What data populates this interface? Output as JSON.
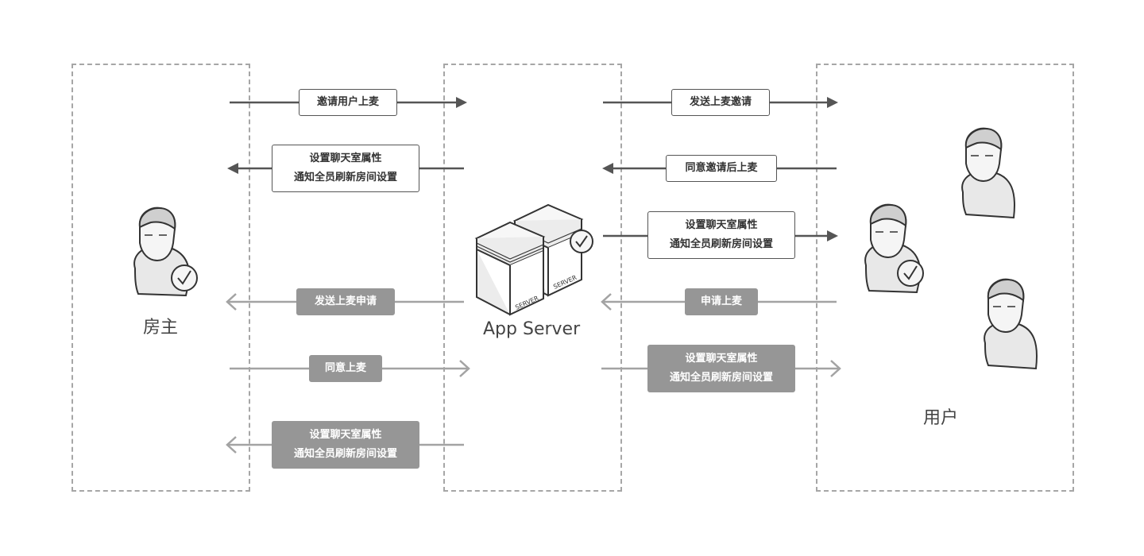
{
  "lanes": {
    "host": "房主",
    "server": "App Server",
    "user": "用户"
  },
  "messages": [
    {
      "id": "m1",
      "lines": [
        "邀请用户上麦"
      ],
      "from": "host",
      "to": "server",
      "style": "dark"
    },
    {
      "id": "m2",
      "lines": [
        "设置聊天室属性",
        "通知全员刷新房间设置"
      ],
      "from": "server",
      "to": "host",
      "style": "dark"
    },
    {
      "id": "m3",
      "lines": [
        "发送上麦邀请"
      ],
      "from": "server",
      "to": "user",
      "style": "dark"
    },
    {
      "id": "m4",
      "lines": [
        "同意邀请后上麦"
      ],
      "from": "user",
      "to": "server",
      "style": "dark"
    },
    {
      "id": "m5",
      "lines": [
        "设置聊天室属性",
        "通知全员刷新房间设置"
      ],
      "from": "server",
      "to": "user",
      "style": "dark"
    },
    {
      "id": "m6",
      "lines": [
        "发送上麦申请"
      ],
      "from": "server",
      "to": "host",
      "style": "light"
    },
    {
      "id": "m7",
      "lines": [
        "申请上麦"
      ],
      "from": "user",
      "to": "server",
      "style": "light"
    },
    {
      "id": "m8",
      "lines": [
        "同意上麦"
      ],
      "from": "host",
      "to": "server",
      "style": "light"
    },
    {
      "id": "m9",
      "lines": [
        "设置聊天室属性",
        "通知全员刷新房间设置"
      ],
      "from": "server",
      "to": "user",
      "style": "light"
    },
    {
      "id": "m10",
      "lines": [
        "设置聊天室属性",
        "通知全员刷新房间设置"
      ],
      "from": "server",
      "to": "host",
      "style": "light"
    }
  ],
  "server_icon_text": [
    "SERVER",
    "SERVER"
  ],
  "colors": {
    "dark_line": "#555555",
    "light_line": "#a3a3a3",
    "light_box": "#969696",
    "lane_border": "#a6a6a6",
    "person_fill": "#f2f2f2",
    "person_stroke": "#333333"
  }
}
